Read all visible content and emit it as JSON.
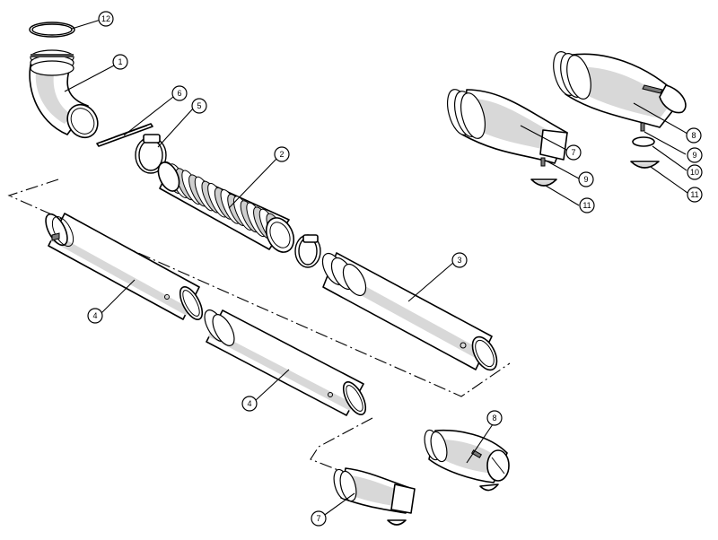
{
  "callouts": [
    {
      "id": "c12",
      "label": "12"
    },
    {
      "id": "c1",
      "label": "1"
    },
    {
      "id": "c6",
      "label": "6"
    },
    {
      "id": "c5",
      "label": "5"
    },
    {
      "id": "c2",
      "label": "2"
    },
    {
      "id": "c3",
      "label": "3"
    },
    {
      "id": "c4a",
      "label": "4"
    },
    {
      "id": "c4b",
      "label": "4"
    },
    {
      "id": "c7a",
      "label": "7"
    },
    {
      "id": "c9a",
      "label": "9"
    },
    {
      "id": "c11a",
      "label": "11"
    },
    {
      "id": "c8a",
      "label": "8"
    },
    {
      "id": "c9b",
      "label": "9"
    },
    {
      "id": "c10",
      "label": "10"
    },
    {
      "id": "c11b",
      "label": "11"
    },
    {
      "id": "c8b",
      "label": "8"
    },
    {
      "id": "c7b",
      "label": "7"
    }
  ]
}
